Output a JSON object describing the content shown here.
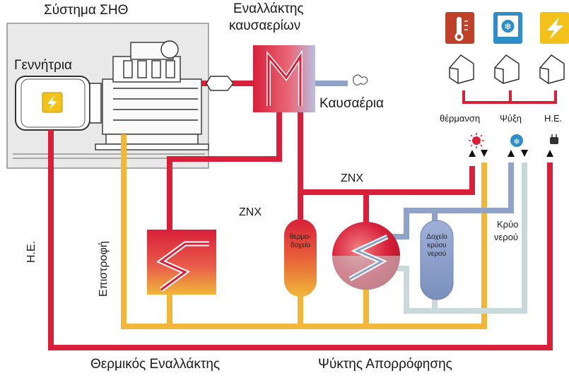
{
  "labels": {
    "chp_system": "Σύστημα ΣΗΘ",
    "generator": "Γεννήτρια",
    "exhaust_exchanger_line1": "Εναλλάκτης",
    "exhaust_exchanger_line2": "καυσαερίων",
    "exhaust_gases": "Καυσαέρια",
    "heating": "θέρμανση",
    "cooling": "Ψύξη",
    "electricity": "Η.Ε.",
    "hot_water_top": "ΖΝΧ",
    "hot_water_left": "ΖΝΧ",
    "return": "Επιστροφή",
    "electricity_left": "Η.Ε.",
    "cold_water_line1": "Κρύο",
    "cold_water_line2": "νερού",
    "thermal_tank_line1": "θερμο-",
    "thermal_tank_line2": "δοχείο",
    "cold_tank_line1": "Δοχείο",
    "cold_tank_line2": "κρύου",
    "cold_tank_line3": "νερού",
    "heat_exchanger": "Θερμικός Εναλλάκτης",
    "absorption_chiller": "Ψύκτης Απορρόφησης"
  },
  "icons": [
    "lightning-icon",
    "thermometer-icon",
    "snowflake-icon",
    "house-icon",
    "sun-icon",
    "plug-icon",
    "exhaust-cloud-icon"
  ],
  "colors": {
    "hot": "#d8203a",
    "return": "#f0b73a",
    "cold": "#8fa3c8",
    "cold_light": "#c9d8da",
    "heating_icon_bg": "#c0412a",
    "cooling_icon_bg": "#2e8fc8",
    "electric_icon_bg": "#f2c21a"
  }
}
